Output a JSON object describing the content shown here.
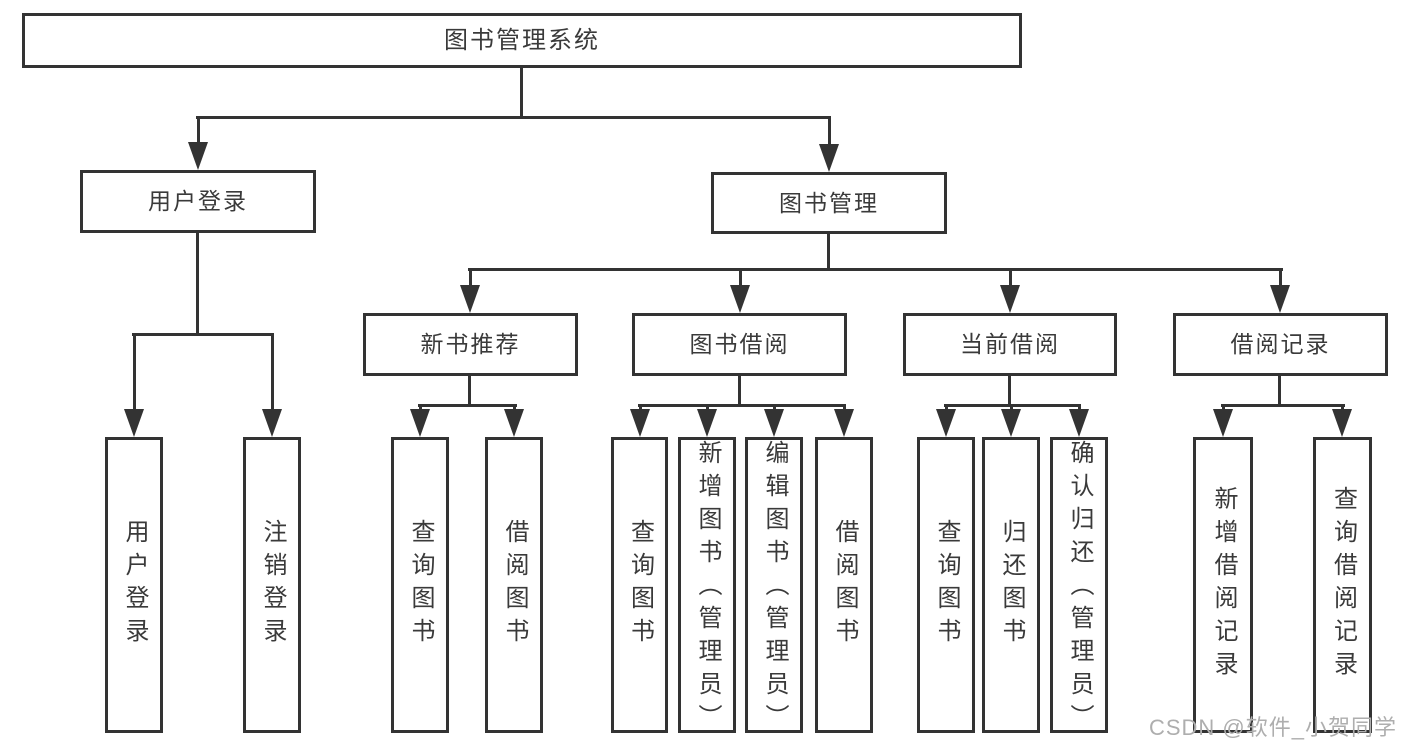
{
  "title": "图书管理系统",
  "tree": {
    "label": "图书管理系统",
    "children": [
      {
        "label": "用户登录",
        "children": [
          {
            "label": "用户登录"
          },
          {
            "label": "注销登录"
          }
        ]
      },
      {
        "label": "图书管理",
        "children": [
          {
            "label": "新书推荐",
            "children": [
              {
                "label": "查询图书"
              },
              {
                "label": "借阅图书"
              }
            ]
          },
          {
            "label": "图书借阅",
            "children": [
              {
                "label": "查询图书"
              },
              {
                "label": "新增图书（管理员）"
              },
              {
                "label": "编辑图书（管理员）"
              },
              {
                "label": "借阅图书"
              }
            ]
          },
          {
            "label": "当前借阅",
            "children": [
              {
                "label": "查询图书"
              },
              {
                "label": "归还图书"
              },
              {
                "label": "确认归还（管理员）"
              }
            ]
          },
          {
            "label": "借阅记录",
            "children": [
              {
                "label": "新增借阅记录"
              },
              {
                "label": "查询借阅记录"
              }
            ]
          }
        ]
      }
    ]
  },
  "watermark": {
    "text": "CSDN @软件_小贺同学"
  },
  "colors": {
    "line": "#333333",
    "text": "#3a3a3a",
    "watermark": "#aeaeae",
    "background": "#ffffff"
  }
}
